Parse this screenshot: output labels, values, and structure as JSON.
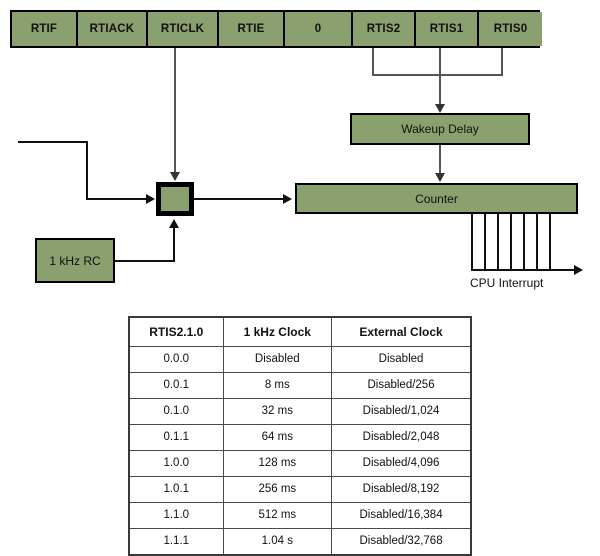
{
  "register": {
    "name": "rti-control-register",
    "bits": [
      {
        "label": "RTIF",
        "width": 66
      },
      {
        "label": "RTIACK",
        "width": 70
      },
      {
        "label": "RTICLK",
        "width": 71
      },
      {
        "label": "RTIE",
        "width": 66
      },
      {
        "label": "0",
        "width": 68
      },
      {
        "label": "RTIS2",
        "width": 63
      },
      {
        "label": "RTIS1",
        "width": 63
      },
      {
        "label": "RTIS0",
        "width": 63
      }
    ]
  },
  "blocks": {
    "wakeup_delay": "Wakeup Delay",
    "counter": "Counter",
    "rc_oscillator": "1 kHz RC",
    "mux": ""
  },
  "labels": {
    "cpu_interrupt": "CPU Interrupt"
  },
  "colors": {
    "block_fill": "#8aa06e",
    "block_border": "#000000",
    "wire": "#555555",
    "wire_dark": "#111111",
    "page_background": "#ffffff",
    "table_border": "#4a4a4a"
  },
  "table": {
    "name": "rtis-timing-table",
    "headers": [
      "RTIS2.1.0",
      "1 kHz Clock",
      "External Clock"
    ],
    "rows": [
      [
        "0.0.0",
        "Disabled",
        "Disabled"
      ],
      [
        "0.0.1",
        "8 ms",
        "Disabled/256"
      ],
      [
        "0.1.0",
        "32 ms",
        "Disabled/1,024"
      ],
      [
        "0.1.1",
        "64 ms",
        "Disabled/2,048"
      ],
      [
        "1.0.0",
        "128 ms",
        "Disabled/4,096"
      ],
      [
        "1.0.1",
        "256 ms",
        "Disabled/8,192"
      ],
      [
        "1.1.0",
        "512 ms",
        "Disabled/16,384"
      ],
      [
        "1.1.1",
        "1.04 s",
        "Disabled/32,768"
      ]
    ]
  },
  "wiring": {
    "counter_taps": 7,
    "rtis_drop_lines": 3
  }
}
